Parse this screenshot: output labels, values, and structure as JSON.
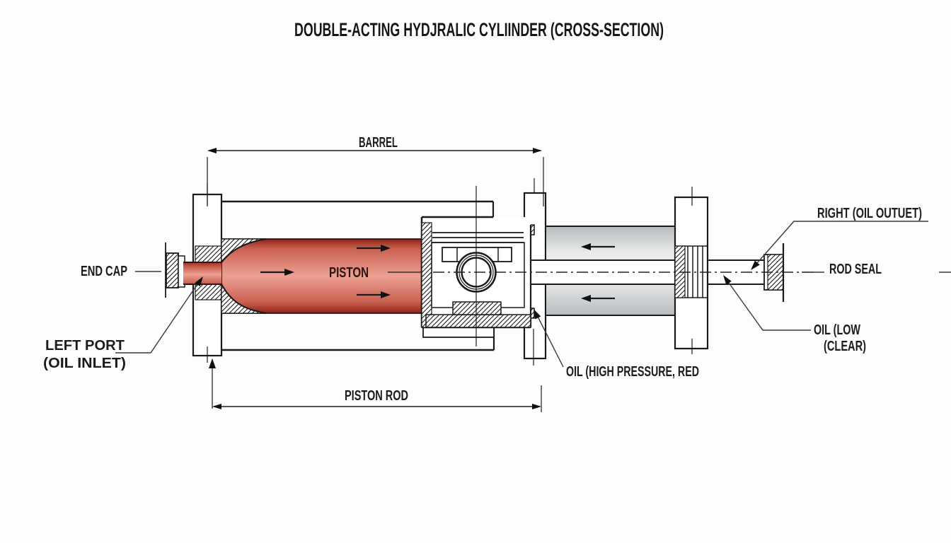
{
  "title": "DOUBLE-ACTING HYDJRALIC CYLIINDER (CROSS-SECTION)",
  "labels": {
    "barrel": "BARREL",
    "end_cap": "END CAP",
    "left_port_line1": "LEFT PORT",
    "left_port_line2": "(OIL INLET)",
    "piston": "PISTON",
    "piston_rod": "PISTON ROD",
    "oil_high": "OIL (HIGH PRESSURE, RED",
    "right_port": "RIGHT (OIL OUTUET)",
    "rod_seal": "ROD SEAL",
    "oil_low_line1": "OIL (LOW",
    "oil_low_line2": "(CLEAR)"
  },
  "colors": {
    "line": "#1a1a1a",
    "text": "#1b1b1b",
    "background": "#fdfdfd",
    "oil_red_edge": "#8f2318",
    "oil_red_mid": "#c9604f",
    "oil_red_center": "#eda094",
    "oil_gray_edge": "#b7bbbd",
    "oil_gray_center": "#e9ebeb"
  }
}
